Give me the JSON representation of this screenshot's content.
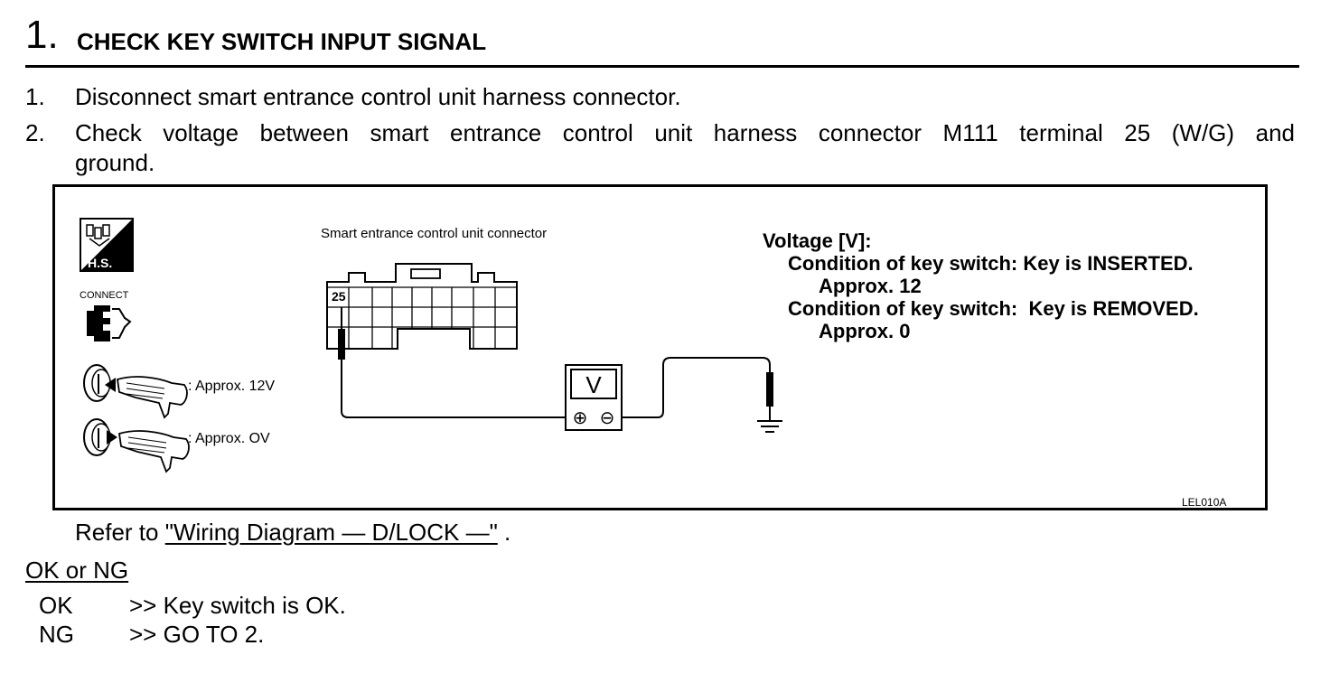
{
  "step": {
    "number": "1.",
    "title": "CHECK KEY SWITCH INPUT SIGNAL"
  },
  "instructions": [
    {
      "num": "1.",
      "text": "Disconnect smart entrance control unit harness connector."
    },
    {
      "num": "2.",
      "text": "Check voltage between smart entrance control unit harness connector M111 terminal 25 (W/G) and",
      "text_cont": "ground."
    }
  ],
  "diagram": {
    "hs_icon_label": "H.S.",
    "connect_label": "CONNECT",
    "key_inserted_label": ": Approx. 12V",
    "key_removed_label": ": Approx. OV",
    "connector_title": "Smart entrance control unit connector",
    "terminal_number": "25",
    "meter_symbol": "V",
    "meter_plus": "⊕",
    "meter_minus": "⊖",
    "voltage_heading": "Voltage [V]:",
    "condition_inserted": "Condition of key switch: Key is INSERTED.",
    "value_inserted": "Approx. 12",
    "condition_removed": "Condition of key switch:  Key is REMOVED.",
    "value_removed": "Approx. 0",
    "figure_code": "LEL010A"
  },
  "refer": {
    "prefix": "Refer to ",
    "link": "\"Wiring Diagram — D/LOCK —\"",
    "suffix": " ."
  },
  "result": {
    "heading": "OK or NG",
    "items": [
      {
        "key": "OK",
        "text": ">> Key switch is OK."
      },
      {
        "key": "NG",
        "text": ">> GO TO 2."
      }
    ]
  }
}
